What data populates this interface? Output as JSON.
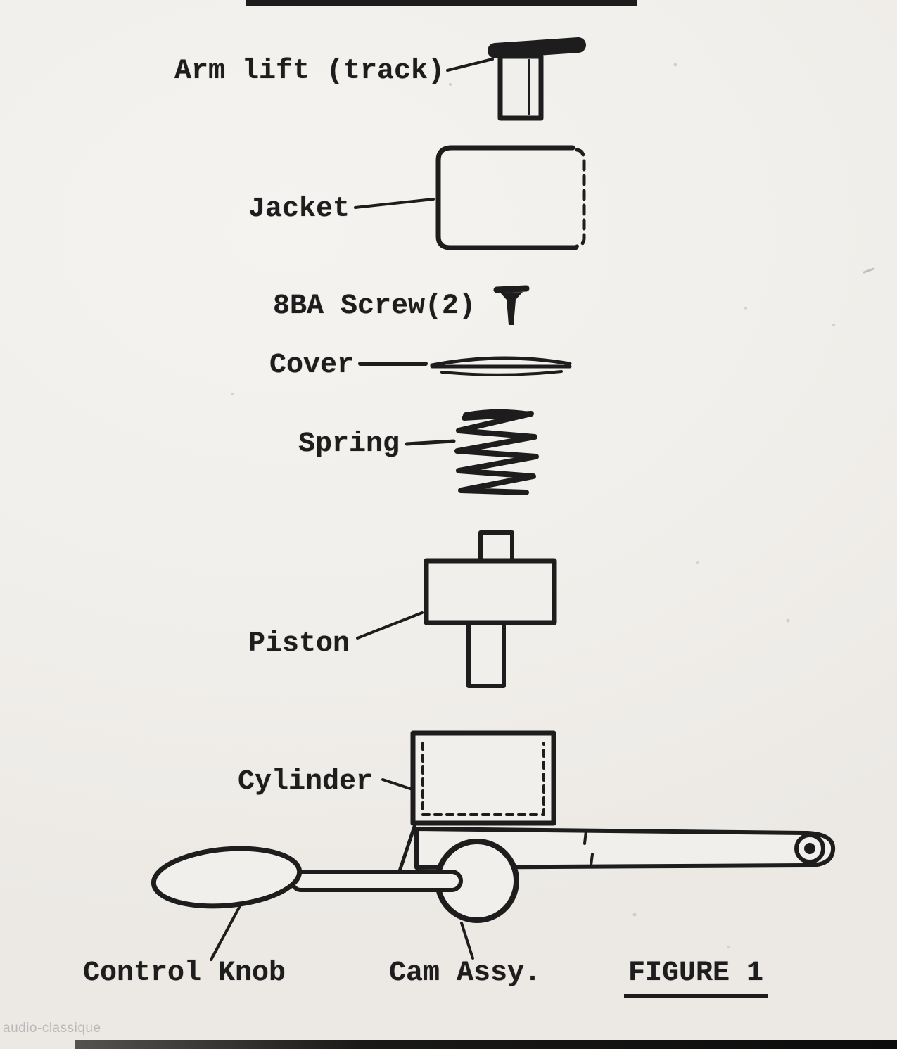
{
  "figure": {
    "caption": "FIGURE 1",
    "watermark": "audio-classique",
    "parts": {
      "arm_lift": "Arm lift (track)",
      "jacket": "Jacket",
      "screw": "8BA Screw(2)",
      "cover": "Cover",
      "spring": "Spring",
      "piston": "Piston",
      "cylinder": "Cylinder",
      "control_knob": "Control Knob",
      "cam_assy": "Cam Assy."
    },
    "colors": {
      "ink": "#1d1d1d",
      "paper": "#f1efeb",
      "watermark": "#b9b9b9"
    }
  }
}
